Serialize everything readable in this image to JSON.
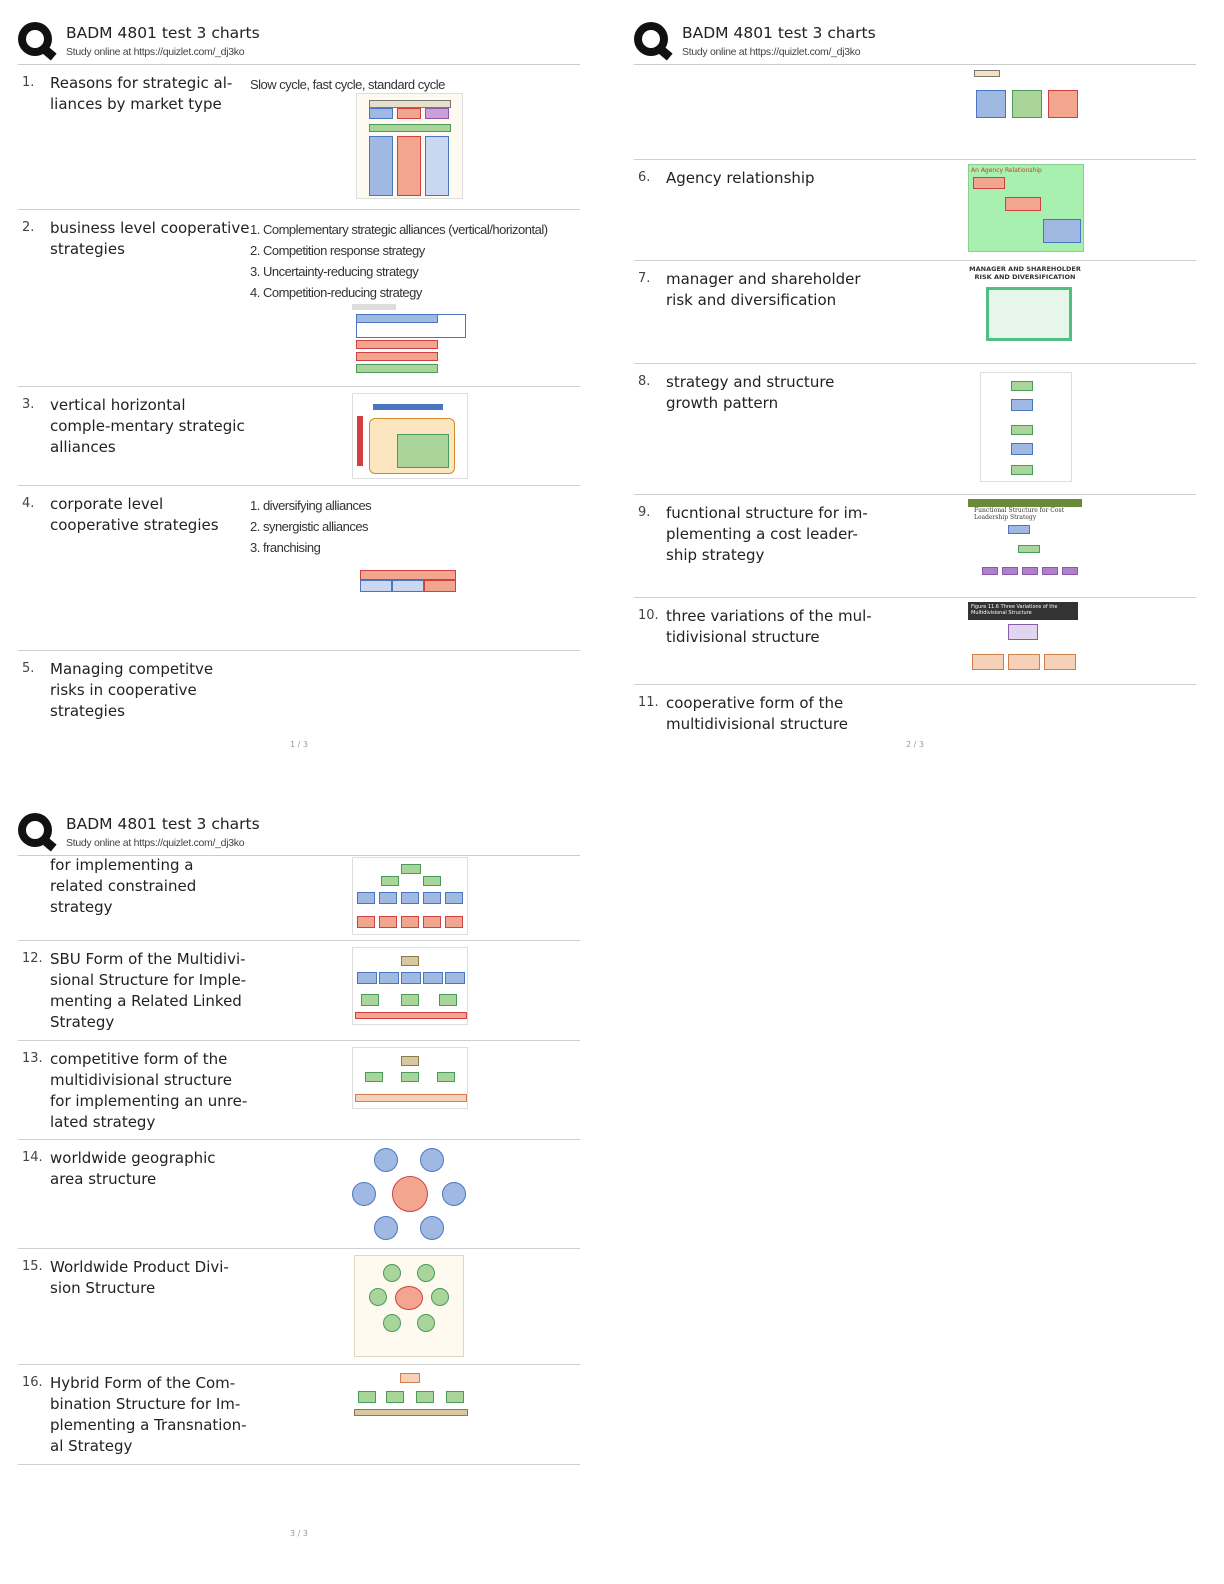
{
  "header": {
    "title": "BADM 4801 test 3 charts",
    "subtitle": "Study online at https://quizlet.com/_dj3ko"
  },
  "page1": {
    "cards": [
      {
        "num": "1.",
        "term": "Reasons for strategic al-liances by market type",
        "defs": [
          "Slow cycle, fast cycle, standard cycle"
        ]
      },
      {
        "num": "2.",
        "term": "business level cooperative strategies",
        "defs": [
          "1. Complementary strategic alliances (vertical/horizontal)",
          "2. Competition response strategy",
          "3. Uncertainty-reducing strategy",
          "4. Competition-reducing strategy"
        ]
      },
      {
        "num": "3.",
        "term": "vertical horizontal comple-mentary strategic alliances",
        "defs": []
      },
      {
        "num": "4.",
        "term": "corporate level cooperative strategies",
        "defs": [
          "1. diversifying alliances",
          "2. synergistic alliances",
          "3. franchising"
        ]
      },
      {
        "num": "5.",
        "term": "Managing competitve risks in cooperative strategies",
        "defs": []
      }
    ],
    "page_num": "1 / 3"
  },
  "page2": {
    "cards": [
      {
        "num": "",
        "term": "",
        "defs": []
      },
      {
        "num": "6.",
        "term": "Agency relationship",
        "defs": []
      },
      {
        "num": "7.",
        "term": "manager and shareholder risk and diversification",
        "defs": []
      },
      {
        "num": "8.",
        "term": "strategy and structure growth pattern",
        "defs": []
      },
      {
        "num": "9.",
        "term": "fucntional structure for im-plementing a cost leader-ship strategy",
        "defs": []
      },
      {
        "num": "10.",
        "term": "three variations of the mul-tidivisional structure",
        "defs": []
      },
      {
        "num": "11.",
        "term": "cooperative form of the multidivisional structure",
        "defs": []
      }
    ],
    "page_num": "2 / 3"
  },
  "page3": {
    "cards": [
      {
        "num": "",
        "term": "for implementing a related constrained strategy",
        "defs": []
      },
      {
        "num": "12.",
        "term": "SBU Form of the Multidivi-sional Structure for Imple-menting a Related Linked Strategy",
        "defs": []
      },
      {
        "num": "13.",
        "term": "competitive form of the multidivisional structure for implementing an unre-lated strategy",
        "defs": []
      },
      {
        "num": "14.",
        "term": "worldwide geographic area structure",
        "defs": []
      },
      {
        "num": "15.",
        "term": "Worldwide Product Divi-sion Structure",
        "defs": []
      },
      {
        "num": "16.",
        "term": "Hybrid Form of the Com-bination Structure for Im-plementing a Transnation-al Strategy",
        "defs": []
      }
    ],
    "page_num": "3 / 3"
  },
  "image_labels": {
    "agency": "An Agency Relationship",
    "risk_title_1": "MANAGER AND SHAREHOLDER",
    "risk_title_2": "RISK AND DIVERSIFICATION",
    "functional_1": "Functional Structure for Cost",
    "functional_2": "Leadership Strategy",
    "figure_11_6": "Figure 11.6  Three Variations of the Multidivisional Structure"
  },
  "colors": {
    "blue": "#4a76c0",
    "blue_fill": "#9fb9e3",
    "red": "#d04040",
    "red_fill": "#f2a58f",
    "green": "#4a9a5a",
    "green_fill": "#a9d49a",
    "agency_bg": "#a8f0b0",
    "purple": "#8a5aa8"
  }
}
